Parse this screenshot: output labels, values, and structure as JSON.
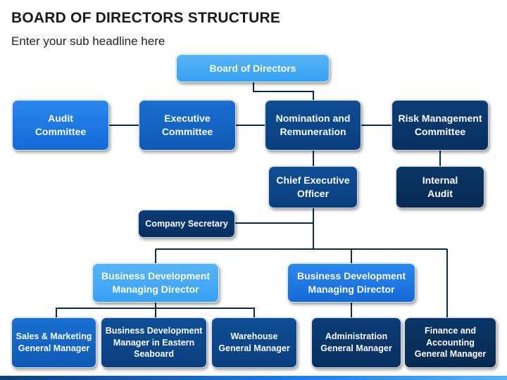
{
  "header": {
    "title": "BOARD OF DIRECTORS STRUCTURE",
    "subtitle": "Enter your sub headline here"
  },
  "nodes": {
    "board": [
      "Board of Directors"
    ],
    "audit_committee": [
      "Audit",
      "Committee"
    ],
    "executive_committee": [
      "Executive",
      "Committee"
    ],
    "nomination": [
      "Nomination and",
      "Remuneration"
    ],
    "risk_management": [
      "Risk Management",
      "Committee"
    ],
    "ceo": [
      "Chief Executive",
      "Officer"
    ],
    "internal_audit": [
      "Internal",
      "Audit"
    ],
    "company_secretary": [
      "Company Secretary"
    ],
    "bd_director_1": [
      "Business Development",
      "Managing Director"
    ],
    "bd_director_2": [
      "Business Development",
      "Managing Director"
    ],
    "sales_marketing": [
      "Sales & Marketing",
      "General Manager"
    ],
    "bd_manager_eastern": [
      "Business Development",
      "Manager in Eastern",
      "Seaboard"
    ],
    "warehouse": [
      "Warehouse",
      "General Manager"
    ],
    "administration": [
      "Administration",
      "General Manager"
    ],
    "finance_accounting": [
      "Finance and",
      "Accounting",
      "General Manager"
    ]
  },
  "colors": {
    "light": "#4aabf5",
    "medium": "#1f78e2",
    "blue": "#1565c8",
    "dark": "#0d4689",
    "navy": "#0a376c",
    "deep": "#08305c",
    "connector": "#0b2a4a"
  }
}
